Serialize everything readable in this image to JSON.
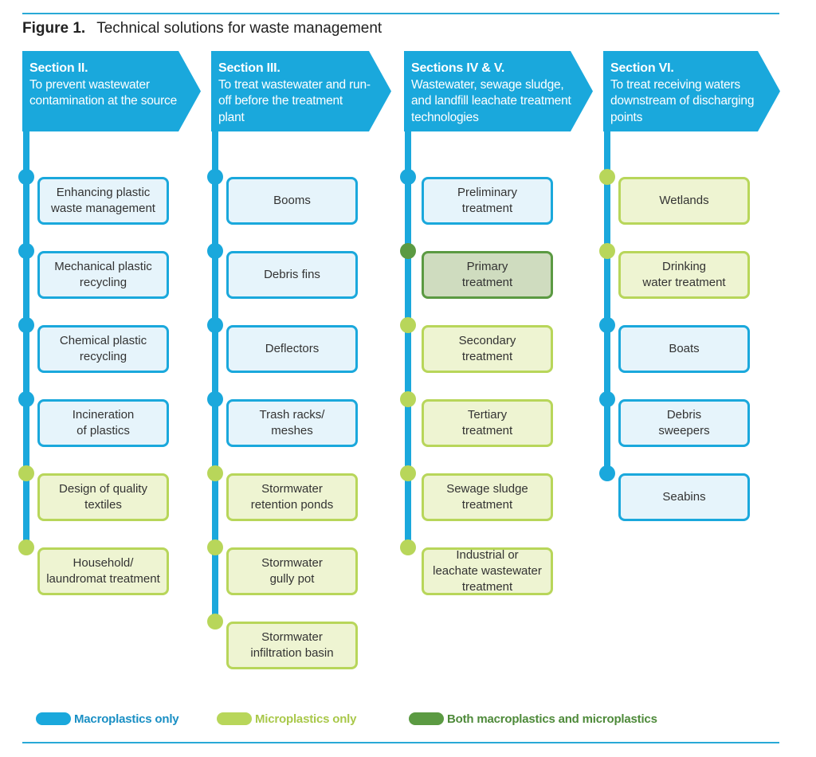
{
  "figure": {
    "label": "Figure 1.",
    "title": "Technical solutions for waste management"
  },
  "columns": [
    {
      "section": "Section II.",
      "description": "To prevent wastewater contamination at the source",
      "items": [
        {
          "text": "Enhancing plastic\nwaste management",
          "type": "macro"
        },
        {
          "text": "Mechanical plastic\nrecycling",
          "type": "macro"
        },
        {
          "text": "Chemical plastic\nrecycling",
          "type": "macro"
        },
        {
          "text": "Incineration\nof plastics",
          "type": "macro"
        },
        {
          "text": "Design of quality\ntextiles",
          "type": "micro"
        },
        {
          "text": "Household/\nlaundromat  treatment",
          "type": "micro"
        }
      ]
    },
    {
      "section": "Section III.",
      "description": "To treat wastewater and run-off before the treatment plant",
      "items": [
        {
          "text": "Booms",
          "type": "macro"
        },
        {
          "text": "Debris fins",
          "type": "macro"
        },
        {
          "text": "Deflectors",
          "type": "macro"
        },
        {
          "text": "Trash racks/\nmeshes",
          "type": "macro"
        },
        {
          "text": "Stormwater\nretention ponds",
          "type": "micro"
        },
        {
          "text": "Stormwater\ngully pot",
          "type": "micro"
        },
        {
          "text": "Stormwater\ninfiltration basin",
          "type": "micro"
        }
      ]
    },
    {
      "section": "Sections IV & V.",
      "description": "Wastewater, sewage sludge, and landfill leachate treatment technologies",
      "items": [
        {
          "text": "Preliminary\ntreatment",
          "type": "macro"
        },
        {
          "text": "Primary\ntreatment",
          "type": "both"
        },
        {
          "text": "Secondary\ntreatment",
          "type": "micro"
        },
        {
          "text": "Tertiary\ntreatment",
          "type": "micro"
        },
        {
          "text": "Sewage sludge\ntreatment",
          "type": "micro"
        },
        {
          "text": "Industrial or\nleachate wastewater\ntreatment",
          "type": "micro"
        }
      ]
    },
    {
      "section": "Section VI.",
      "description": "To treat receiving waters downstream of discharging points",
      "items": [
        {
          "text": "Wetlands",
          "type": "micro"
        },
        {
          "text": "Drinking\nwater treatment",
          "type": "micro"
        },
        {
          "text": "Boats",
          "type": "macro"
        },
        {
          "text": "Debris\nsweepers",
          "type": "macro"
        },
        {
          "text": "Seabins",
          "type": "macro"
        }
      ]
    }
  ],
  "legend": [
    {
      "label": "Macroplastics only",
      "type": "macro"
    },
    {
      "label": "Microplastics only",
      "type": "micro"
    },
    {
      "label": "Both macroplastics and microplastics",
      "type": "both"
    }
  ],
  "colors": {
    "macro": "#1aa8dc",
    "micro": "#b8d65a",
    "both": "#5b9a42",
    "header": "#1aa8dc",
    "rule": "#29a9d6"
  }
}
